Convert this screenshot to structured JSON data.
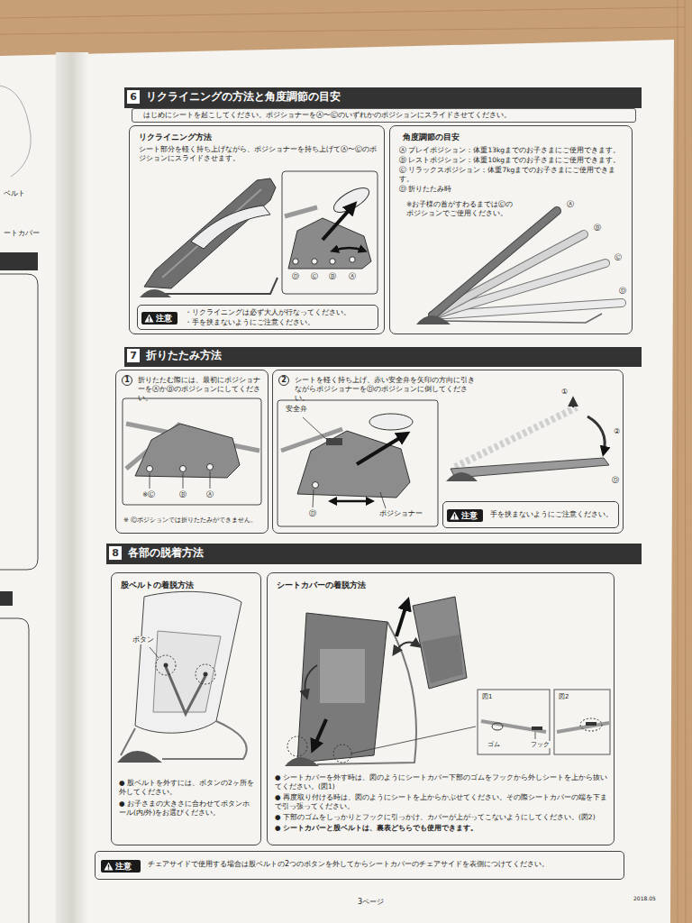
{
  "diagram": {
    "nodes": [
      {
        "text": [
          "6",
          "リクライニングの方法と角度調節の目安"
        ]
      },
      {
        "text": [
          "はじめにシートを起こしてください。ポジショナーをⒶ〜Ⓒのいずれかのポジションにスライドさせてください。"
        ]
      },
      {
        "text": [
          "リクライニング方法",
          "シート部分を軽く持ち上げながら、ポジショナーを持ち上げてⒶ〜Ⓒのポジションにスライドさせます。"
        ]
      },
      {
        "text": [
          "注意",
          "・リクライニングは必ず大人が行なってください。",
          "・手を挟まないようにご注意ください。"
        ],
        "in": 2
      },
      {
        "text": [
          "角度調節の目安",
          "Ⓐ プレイポジション：体重13kgまでのお子さまにご使用できます。",
          "Ⓑ レストポジション：体重10kgまでのお子さまにご使用できます。",
          "Ⓒ リラックスポジション：体重7kgまでのお子さまにご使用できます。",
          "Ⓓ 折りたたみ時",
          "※お子様の首がすわるまではⒸのポジションでご使用ください。"
        ]
      },
      {
        "text": [
          "7",
          "折りたたみ方法"
        ]
      },
      {
        "text": [
          "1",
          "折りたたむ際には、最初にポジショナーをⒶかⒷのポジションにしてください。",
          "※ Ⓒポジションでは折りたたみができません。"
        ]
      },
      {
        "text": [
          "2",
          "シートを軽く持ち上げ、赤い安全弁を矢印の方向に引きながらポジショナーをⒹのポジションに倒してください。"
        ]
      },
      {
        "text": [
          "注意",
          "手を挟まないようにご注意ください。"
        ],
        "in": 7
      },
      {
        "text": [
          "8",
          "各部の脱着方法"
        ]
      },
      {
        "text": [
          "股ベルトの着脱方法",
          "● 股ベルトを外すには、ボタンの2ヶ所を外してください。",
          "● お子さまの大きさに合わせてボタンホール(内/外)をお選びください。"
        ]
      },
      {
        "text": [
          "シートカバーの着脱方法",
          "● シートカバーを外す時は、図のようにシートカバー下部のゴムをフックから外しシートを上から抜いてください。(図1)",
          "● 再度取り付ける時は、図のようにシートを上からかぶせてください。その際シートカバーの端を下まで引っ張ってください。",
          "● 下部のゴムをしっかりとフックに引っかけ、カバーが上がってこないようにしてください。(図2)",
          "● シートカバーと股ベルトは、裏表どちらでも使用できます。"
        ]
      },
      {
        "text": [
          "図1"
        ],
        "in": 11
      },
      {
        "text": [
          "図2"
        ],
        "in": 11
      },
      {
        "text": [
          "注意",
          "チェアサイドで使用する場合は股ベルトの2つのボタンを外してからシートカバーのチェアサイドを表側につけてください。"
        ]
      }
    ],
    "labels": [
      "ベルト",
      "ートカバー",
      "Ⓓ",
      "Ⓒ",
      "Ⓑ",
      "Ⓐ",
      "Ⓐ",
      "Ⓑ",
      "Ⓒ",
      "Ⓓ",
      "※Ⓒ",
      "Ⓑ",
      "Ⓐ",
      "安全弁",
      "Ⓓ",
      "ポジショナー",
      "①",
      "②",
      "Ⓓ",
      "ボタン",
      "ゴム",
      "フック",
      "3ページ",
      "2018.05"
    ]
  }
}
